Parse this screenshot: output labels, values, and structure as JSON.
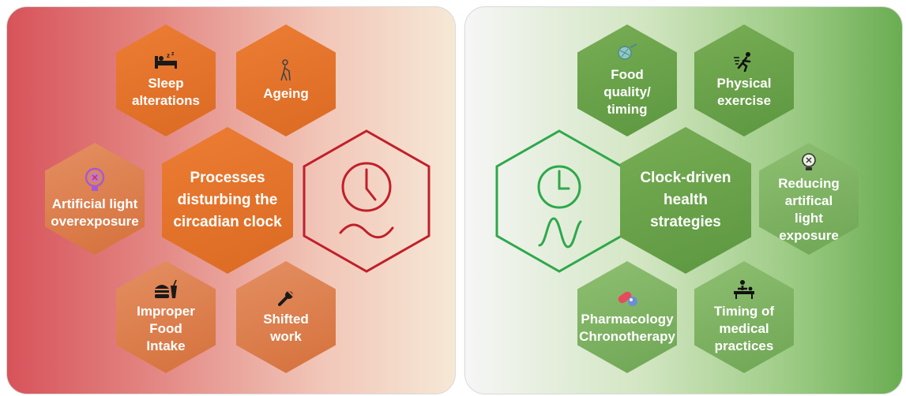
{
  "left_panel": {
    "center": "Processes\ndisturbing the\ncircadian clock",
    "items": {
      "sleep": "Sleep\nalterations",
      "ageing": "Ageing",
      "light": "Artificial light\noverexposure",
      "food": "Improper\nFood\nIntake",
      "shift": "Shifted\nwork"
    },
    "icons": {
      "sleep": "bed-icon",
      "ageing": "elderly-person-icon",
      "light": "light-bulb-crossed-icon",
      "food": "fast-food-icon",
      "shift": "wrench-icon",
      "clock": "clock-disrupted-wave-icon"
    },
    "colors": {
      "hex": "#E07028",
      "clock_stroke": "#C0202A",
      "gradient_start": "#D7535A"
    }
  },
  "right_panel": {
    "center": "Clock-driven\nhealth\nstrategies",
    "items": {
      "food": "Food\nquality/\ntiming",
      "exercise": "Physical\nexercise",
      "light": "Reducing\nartifical\nlight\nexposure",
      "pharma": "Pharmacology\nChronotherapy",
      "medical": "Timing of\nmedical\npractices"
    },
    "icons": {
      "food": "vegetables-icon",
      "exercise": "running-person-icon",
      "light": "light-bulb-icon",
      "pharma": "pills-icon",
      "medical": "patient-bed-icon",
      "clock": "clock-rhythm-wave-icon"
    },
    "colors": {
      "hex": "#6AA64A",
      "clock_stroke": "#2EA84A",
      "gradient_end": "#6AAD52"
    }
  }
}
